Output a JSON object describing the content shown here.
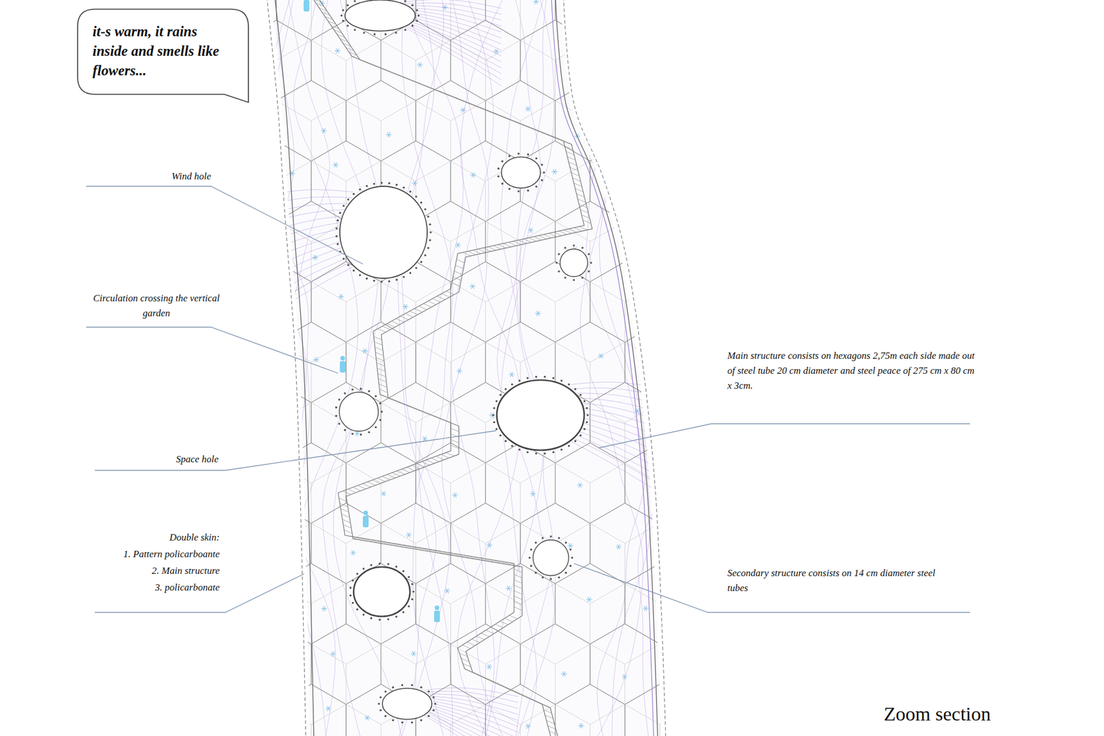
{
  "diagram": {
    "title": "Zoom section",
    "nodes": [
      {
        "text": [
          "it-s warm, it rains inside and smells like flowers..."
        ]
      }
    ],
    "labels": [
      "Wind hole",
      "Circulation crossing the vertical garden",
      "Main structure consists on hexagons 2,75m each side made out of steel tube 20 cm diameter and steel peace of 275 cm x 80 cm x 3cm.",
      "Space hole",
      "Double skin:",
      "1. Pattern policarboante",
      "2. Main structure",
      "3. policarbonate",
      "Secondary structure consists on 14 cm diameter steel tubes"
    ]
  }
}
